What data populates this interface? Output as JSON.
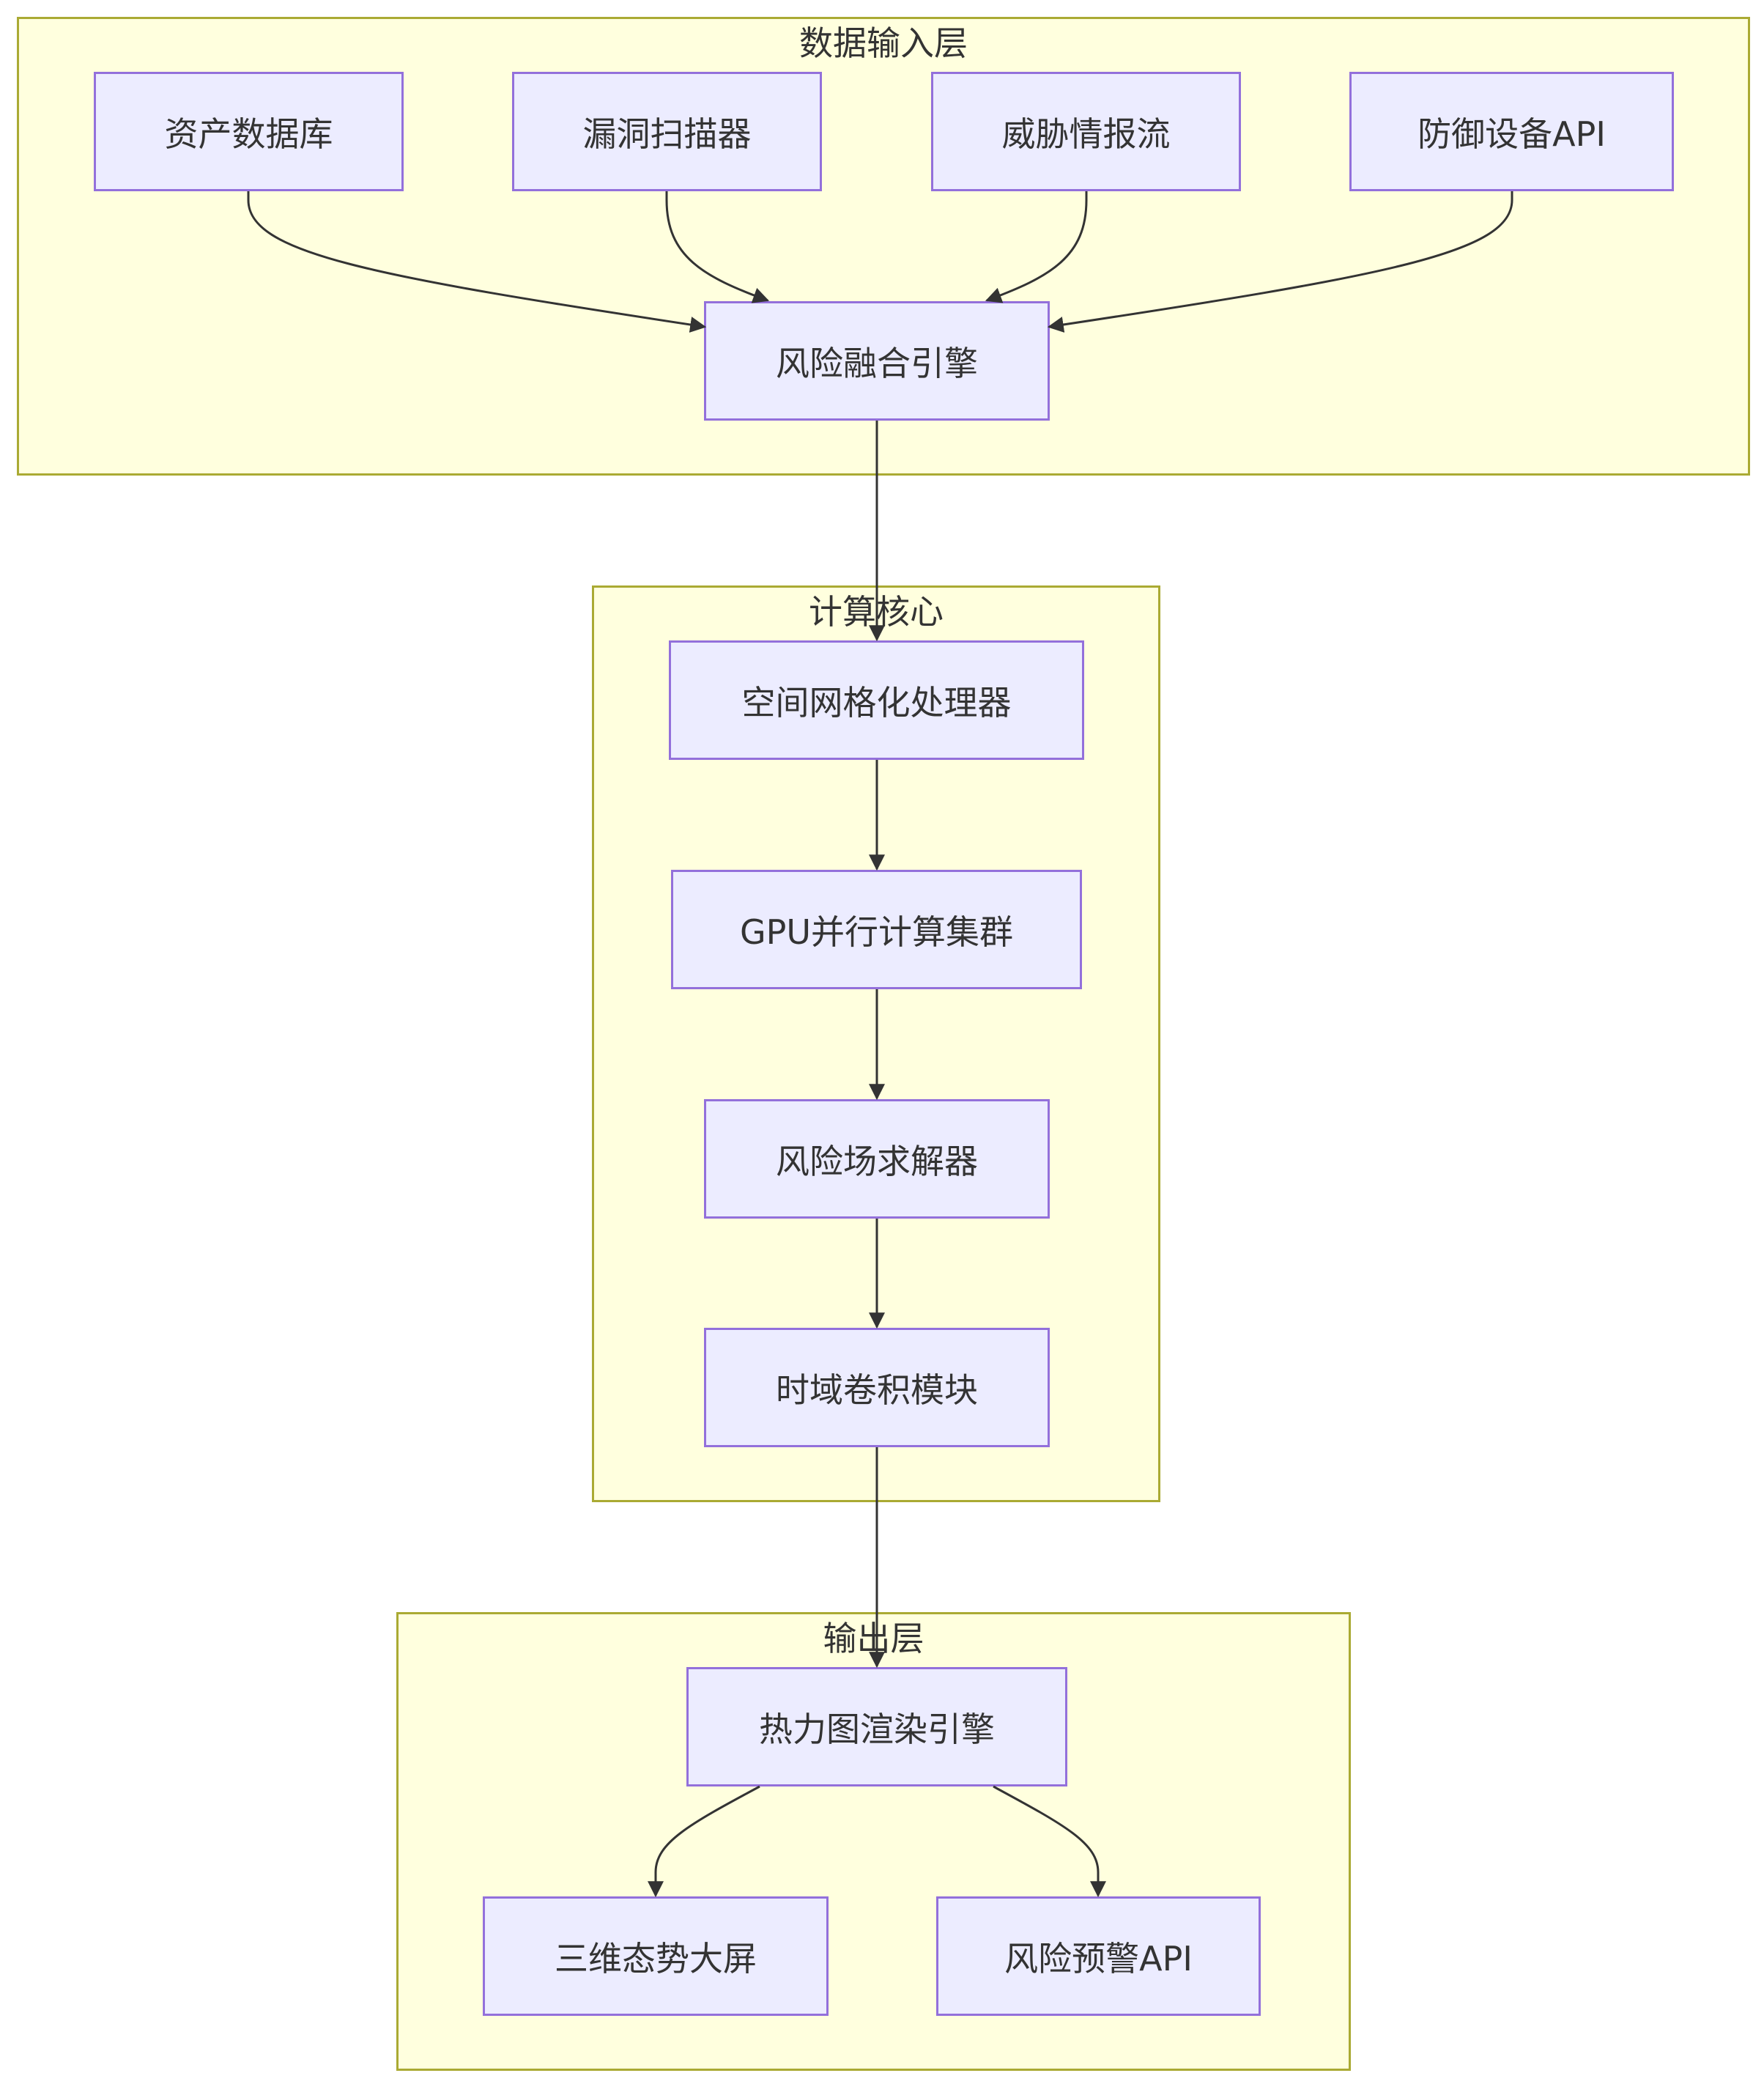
{
  "colors": {
    "group_fill": "#ffffde",
    "group_border": "#aaaa33",
    "node_fill": "#ececff",
    "node_border": "#9370db",
    "text": "#333333",
    "edge": "#333333"
  },
  "groups": {
    "input": {
      "title": "数据输入层"
    },
    "core": {
      "title": "计算核心"
    },
    "output": {
      "title": "输出层"
    }
  },
  "nodes": {
    "asset_db": "资产数据库",
    "vuln_scanner": "漏洞扫描器",
    "threat_feed": "威胁情报流",
    "defense_api": "防御设备API",
    "fusion_engine": "风险融合引擎",
    "grid_processor": "空间网格化处理器",
    "gpu_cluster": "GPU并行计算集群",
    "field_solver": "风险场求解器",
    "temporal_conv": "时域卷积模块",
    "heatmap_engine": "热力图渲染引擎",
    "situation_screen": "三维态势大屏",
    "alert_api": "风险预警API"
  },
  "edges": [
    {
      "from": "asset_db",
      "to": "fusion_engine"
    },
    {
      "from": "vuln_scanner",
      "to": "fusion_engine"
    },
    {
      "from": "threat_feed",
      "to": "fusion_engine"
    },
    {
      "from": "defense_api",
      "to": "fusion_engine"
    },
    {
      "from": "fusion_engine",
      "to": "grid_processor"
    },
    {
      "from": "grid_processor",
      "to": "gpu_cluster"
    },
    {
      "from": "gpu_cluster",
      "to": "field_solver"
    },
    {
      "from": "field_solver",
      "to": "temporal_conv"
    },
    {
      "from": "temporal_conv",
      "to": "heatmap_engine"
    },
    {
      "from": "heatmap_engine",
      "to": "situation_screen"
    },
    {
      "from": "heatmap_engine",
      "to": "alert_api"
    }
  ]
}
